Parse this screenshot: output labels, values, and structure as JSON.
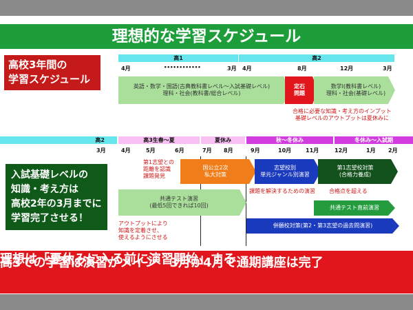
{
  "title": "理想的な学習スケジュール",
  "box_schedule": [
    "高校3年間の",
    "学習スケジュール"
  ],
  "box_basic": [
    "入試基礎レベルの",
    "知識・考え方は",
    "高校2年の3月までに",
    "学習完了させる！"
  ],
  "row1": {
    "headers": [
      "高1",
      "高2"
    ],
    "ticks": [
      "4月",
      "••••••••••••",
      "3月",
      "4月",
      "8月",
      "12月",
      "3月"
    ],
    "arrow_main": [
      "英語・数学・国語(古典教科書レベル〜入試基礎レベル)",
      "理科・社会(教科書/総合レベル)"
    ],
    "arrow_teiki": [
      "定石",
      "問題"
    ],
    "arrow_kyoka": [
      "数学I(教科書レベル)",
      "理科・社会(基礎レベル)"
    ],
    "note": [
      "合格に必要な知識・考え方のインプット",
      "基礎レベルのアウトプットは夏休みに"
    ]
  },
  "row2": {
    "headers": [
      "高2",
      "高3生春〜夏",
      "夏休み",
      "秋〜冬休み",
      "冬休み〜入試期"
    ],
    "ticks": [
      "3月",
      "4月",
      "5月",
      "6月",
      "7月",
      "8月",
      "9月",
      "10月",
      "11月",
      "12月",
      "1月",
      "2月"
    ],
    "note_first": [
      "第1志望との",
      "距離を認識",
      "課題発見"
    ],
    "arrow_kokko": [
      "国公立2次",
      "私大対策"
    ],
    "arrow_shibo": [
      "志望校別",
      "単元ジャンル別演習"
    ],
    "arrow_daiichi": [
      "第1志望校対策",
      "(合格力養成)"
    ],
    "note_kadai": "課題を解決するための演習",
    "note_goukaku": "合格点を超える",
    "arrow_kyotsu": [
      "共通テスト演習",
      "(最低5回できれば10回)"
    ],
    "arrow_chokuzen": "共通テスト直前演習",
    "arrow_heigan": "併願校対策(第2・第3志望の過去問演習)",
    "note_output": [
      "アウトプットにより",
      "知識を定着させ、",
      "使えるようにさせる"
    ]
  },
  "bottom": {
    "line1": "高3での学習は演習がメイン　3月か4月で通期講座は完了",
    "line2": "理想は「夏休みに入る前に演習開始」する"
  },
  "colors": {
    "title_green": "#1e9e3a",
    "header_cyan": "#66e6ec",
    "header_pink": "#f9c0f3",
    "header_magenta": "#d23ddf",
    "arrow_light_green": "#a9df9b",
    "accent_red": "#e0161c",
    "orange": "#f07d1a",
    "blue": "#1b3bbf",
    "dark_green": "#12501c"
  }
}
